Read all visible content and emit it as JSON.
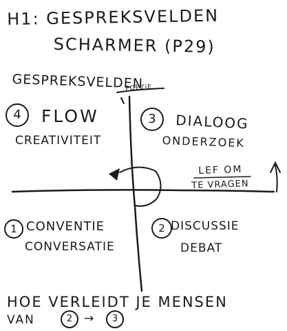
{
  "heading": {
    "line1": "H1: GESPREKSVELDEN",
    "line2": "SCHARMER (P29)"
  },
  "diagram": {
    "title": "GESPREKSVELDEN",
    "axis_top_label": "POËZIE",
    "middle_note_line1": "LEF OM",
    "middle_note_line2": "TE VRAGEN",
    "quadrants": {
      "q4": {
        "number": "4",
        "name": "FLOW",
        "sub": "CREATIVITEIT"
      },
      "q3": {
        "number": "3",
        "name": "DIALOOG",
        "sub": "ONDERZOEK"
      },
      "q1": {
        "number": "1",
        "name": "CONVENTIE",
        "sub": "CONVERSATIE"
      },
      "q2": {
        "number": "2",
        "name": "DISCUSSIE",
        "sub": "DEBAT"
      }
    }
  },
  "bottom": {
    "question": "HOE VERLEIDT JE MENSEN",
    "van": "VAN",
    "from_number": "2",
    "arrow": "→",
    "to_number": "3"
  },
  "colors": {
    "ink": "#1a1a1a",
    "paper": "#ffffff"
  }
}
